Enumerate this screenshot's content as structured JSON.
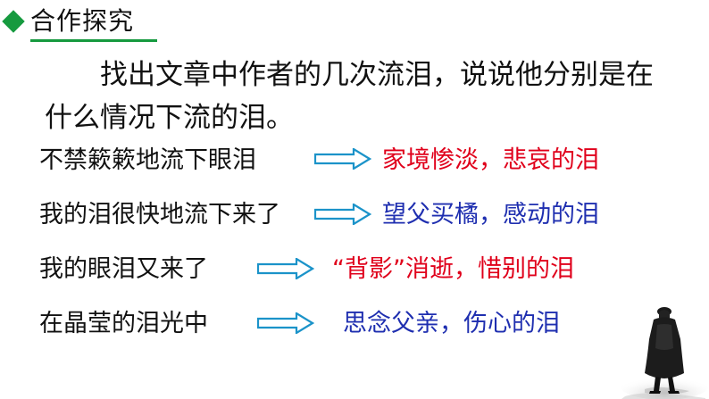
{
  "header": {
    "title": "合作探究"
  },
  "question": "找出文章中作者的几次流泪，说说他分别是在什么情况下流的泪。",
  "rows": [
    {
      "situation": "不禁簌簌地流下眼泪",
      "meaning": "家境惨淡，悲哀的泪"
    },
    {
      "situation": "我的泪很快地流下来了",
      "meaning": "望父买橘，感动的泪"
    },
    {
      "situation": "我的眼泪又来了",
      "meaning": "“背影”消逝，惜别的泪"
    },
    {
      "situation": "在晶莹的泪光中",
      "meaning": "思念父亲，伤心的泪"
    }
  ],
  "colors": {
    "accent_green": "#169a3f",
    "arrow_blue": "#1b93c9",
    "meaning_red": "#e0001b",
    "meaning_blue": "#1f2fb0"
  },
  "icons": [
    "diamond-bullet-icon",
    "right-arrow-icon"
  ]
}
